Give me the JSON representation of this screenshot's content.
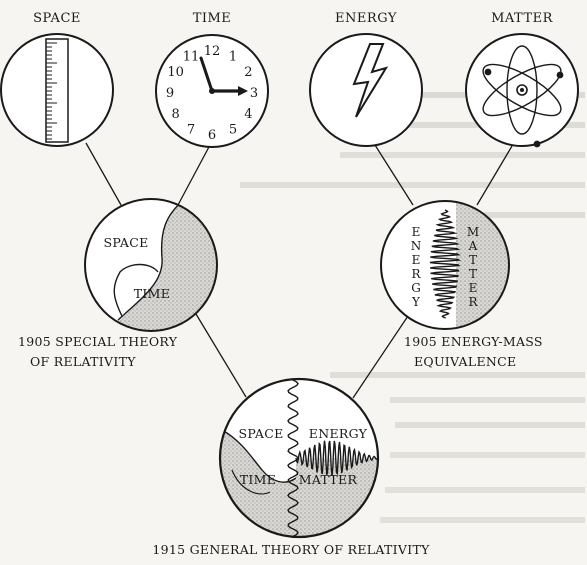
{
  "top_labels": {
    "space": "SPACE",
    "time": "TIME",
    "energy": "ENERGY",
    "matter": "MATTER"
  },
  "clock_numbers": [
    "12",
    "1",
    "2",
    "3",
    "4",
    "5",
    "6",
    "7",
    "8",
    "9",
    "10",
    "11"
  ],
  "special_relativity": {
    "space": "SPACE",
    "time": "TIME",
    "caption_line1": "1905 SPECIAL THEORY",
    "caption_line2": "OF RELATIVITY"
  },
  "energy_mass": {
    "energy_letters": [
      "E",
      "N",
      "E",
      "R",
      "G",
      "Y"
    ],
    "matter_letters": [
      "M",
      "A",
      "T",
      "T",
      "E",
      "R"
    ],
    "caption_line1": "1905 ENERGY-MASS",
    "caption_line2": "EQUIVALENCE"
  },
  "general_relativity": {
    "space": "SPACE",
    "energy": "ENERGY",
    "time": "TIME",
    "matter": "MATTER",
    "caption": "1915 GENERAL THEORY OF RELATIVITY"
  },
  "colors": {
    "ink": "#1a1a1a",
    "paper": "#f6f5f1",
    "shade": "#bdbcb8"
  }
}
